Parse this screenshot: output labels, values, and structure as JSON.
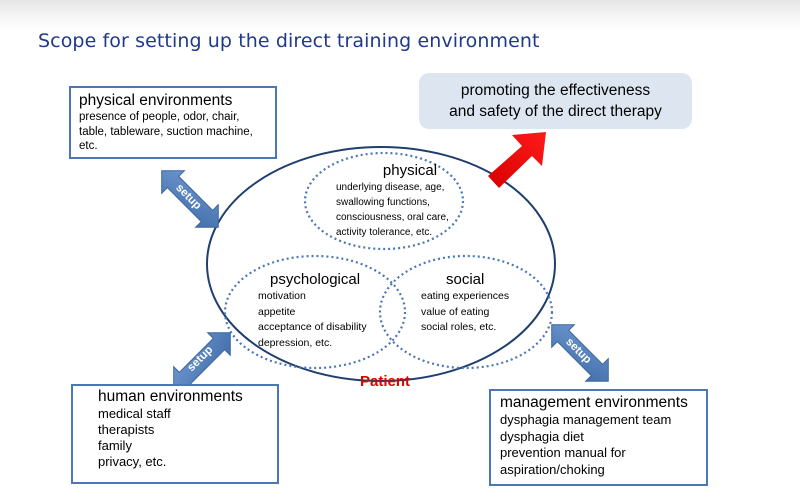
{
  "title": "Scope for setting up the direct training environment",
  "goal": {
    "line1": "promoting the effectiveness",
    "line2": "and safety of the direct therapy"
  },
  "boxes": {
    "physical": {
      "heading": "physical environments",
      "lines": [
        "presence of people, odor, chair,",
        "table, tableware, suction machine,",
        "etc."
      ]
    },
    "human": {
      "heading": "human environments",
      "lines": [
        "medical staff",
        "therapists",
        "family",
        "privacy, etc."
      ]
    },
    "management": {
      "heading": "management environments",
      "lines": [
        "dysphagia management team",
        "dysphagia diet",
        "prevention manual for",
        "aspiration/choking"
      ]
    }
  },
  "circles": {
    "physical": {
      "heading": "physical",
      "lines": [
        "underlying disease, age,",
        "swallowing functions,",
        "consciousness, oral care,",
        "activity tolerance, etc."
      ]
    },
    "psychological": {
      "heading": "psychological",
      "lines": [
        "motivation",
        "appetite",
        "acceptance of disability",
        "depression, etc."
      ]
    },
    "social": {
      "heading": "social",
      "lines": [
        "eating experiences",
        "value of eating",
        "social roles, etc."
      ]
    }
  },
  "patient_label": "Patient",
  "setup_label": "setup",
  "colors": {
    "title": "#1f3a8a",
    "box_border": "#4a78b4",
    "arrow_blue": "#4a78b4",
    "arrow_red": "#ee0000",
    "patient": "#e00000",
    "goal_fill": "#dde6f0",
    "ellipse_stroke": "#1f3f6f",
    "dotted_stroke": "#4a78b4"
  }
}
